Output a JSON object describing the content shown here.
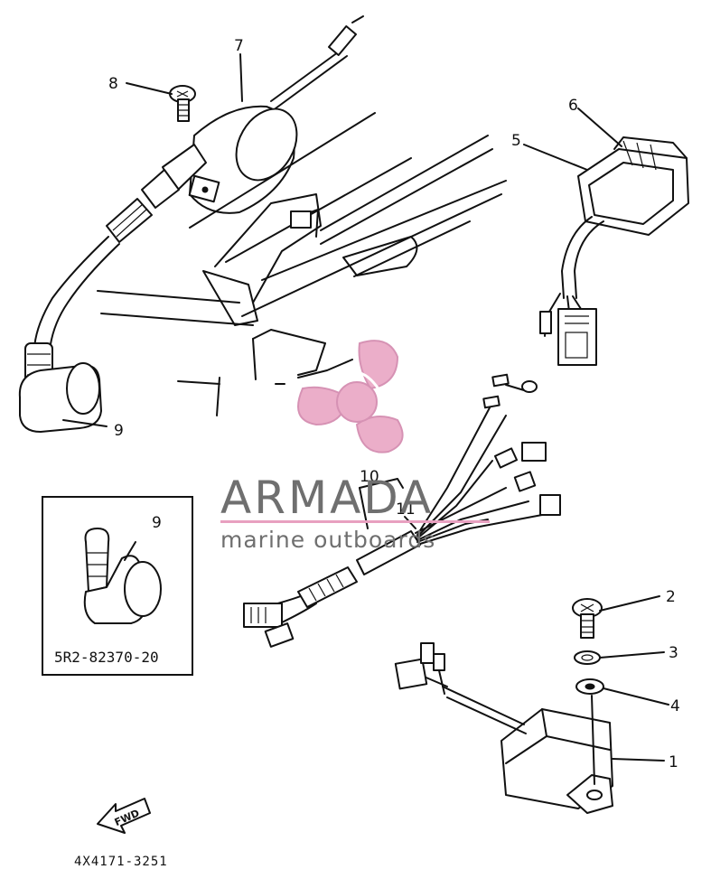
{
  "callouts": {
    "c1": "1",
    "c2": "2",
    "c3": "3",
    "c4": "4",
    "c5": "5",
    "c6": "6",
    "c7": "7",
    "c8": "8",
    "c9": "9",
    "c9_inset": "9",
    "c10": "10",
    "c11": "11"
  },
  "inset": {
    "part_number": "5R2-82370-20"
  },
  "fwd_label": "FWD",
  "drawing_ref": "4X4171-3251",
  "watermark": {
    "brand": "ARMADA",
    "tagline": "marine outboards",
    "logo": "propeller-logo",
    "colors": {
      "logo": "#e8a0c0",
      "text": "#6f6f6f",
      "underline": "#e8a0c0"
    }
  }
}
